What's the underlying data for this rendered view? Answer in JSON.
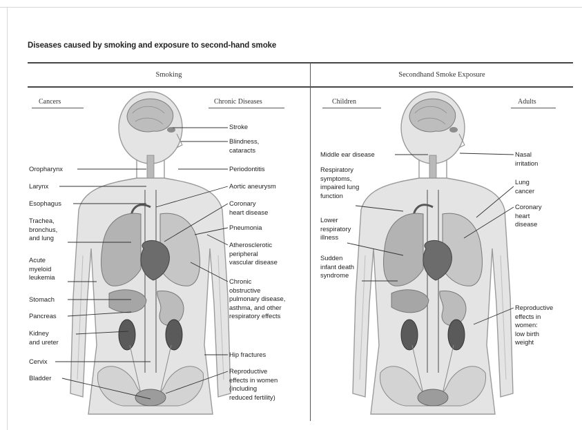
{
  "title": "Diseases caused by smoking and exposure to second-hand smoke",
  "sections": {
    "smoking": "Smoking",
    "secondhand": "Secondhand Smoke Exposure"
  },
  "columns": {
    "cancers": "Cancers",
    "chronic": "Chronic Diseases",
    "children": "Children",
    "adults": "Adults"
  },
  "smoking_cancers": [
    [
      "Oropharynx"
    ],
    [
      "Larynx"
    ],
    [
      "Esophagus"
    ],
    [
      "Trachea,",
      "bronchus,",
      "and lung"
    ],
    [
      "Acute",
      "myeloid",
      "leukemia"
    ],
    [
      "Stomach"
    ],
    [
      "Pancreas"
    ],
    [
      "Kidney",
      "and ureter"
    ],
    [
      "Cervix"
    ],
    [
      "Bladder"
    ]
  ],
  "smoking_chronic": [
    [
      "Stroke"
    ],
    [
      "Blindness,",
      "cataracts"
    ],
    [
      "Periodontitis"
    ],
    [
      "Aortic aneurysm"
    ],
    [
      "Coronary",
      "heart disease"
    ],
    [
      "Pneumonia"
    ],
    [
      "Atherosclerotic",
      "peripheral",
      "vascular disease"
    ],
    [
      "Chronic",
      "obstructive",
      "pulmonary disease,",
      "asthma, and other",
      "respiratory effects"
    ],
    [
      "Hip fractures"
    ],
    [
      "Reproductive",
      "effects in women",
      "(including",
      "reduced fertility)"
    ]
  ],
  "shs_children": [
    [
      "Middle ear disease"
    ],
    [
      "Respiratory",
      "symptoms,",
      "impaired lung",
      "function"
    ],
    [
      "Lower",
      "respiratory",
      "illness"
    ],
    [
      "Sudden",
      "infant death",
      "syndrome"
    ]
  ],
  "shs_adults": [
    [
      "Nasal",
      "irritation"
    ],
    [
      "Lung",
      "cancer"
    ],
    [
      "Coronary",
      "heart",
      "disease"
    ],
    [
      "Reproductive",
      "effects in",
      "women:",
      "low birth",
      "weight"
    ]
  ],
  "colors": {
    "rule": "#444444",
    "body_fill": "#e4e4e4",
    "body_stroke": "#9a9a9a",
    "organ_dark": "#6a6a6a",
    "organ_mid": "#9c9c9c",
    "organ_light": "#c9c9c9"
  }
}
